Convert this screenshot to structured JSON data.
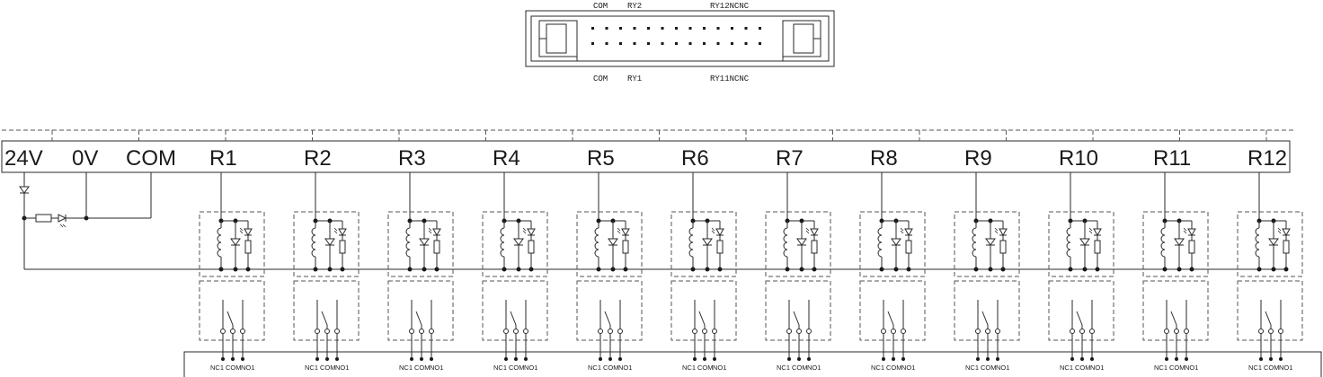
{
  "connector": {
    "top_labels": [
      "COM",
      "RY2",
      "RY12NCNC"
    ],
    "bottom_labels": [
      "COM",
      "RY1",
      "RY11NCNC"
    ]
  },
  "terminal_block": {
    "power_labels": [
      "24V",
      "0V",
      "COM"
    ],
    "relay_labels": [
      "R1",
      "R2",
      "R3",
      "R4",
      "R5",
      "R6",
      "R7",
      "R8",
      "R9",
      "R10",
      "R11",
      "R12"
    ]
  },
  "output_terminals": {
    "labels": [
      "NC1",
      "COM",
      "NO1"
    ]
  },
  "colors": {
    "line": "#2a2a2a",
    "background": "#ffffff"
  }
}
